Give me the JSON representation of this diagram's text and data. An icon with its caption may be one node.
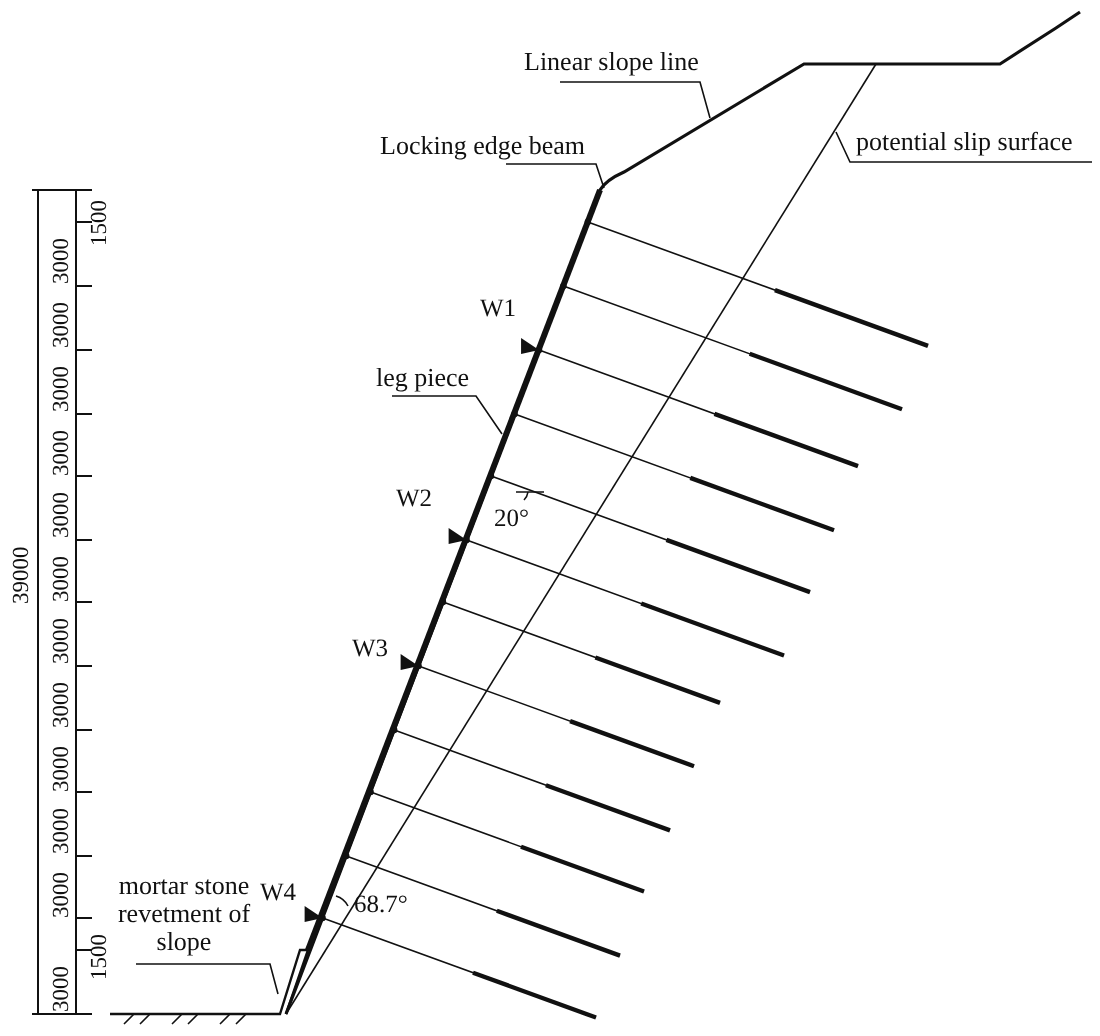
{
  "diagram": {
    "nodes": [
      {
        "text": [
          "Linear slope line"
        ]
      },
      {
        "text": [
          "Locking edge beam"
        ]
      },
      {
        "text": [
          "potential slip surface"
        ]
      },
      {
        "text": [
          "leg piece"
        ]
      },
      {
        "text": [
          "mortar stone revetment of slope"
        ]
      }
    ],
    "edges": [
      {
        "from": 0,
        "to": null,
        "arrow": "none"
      },
      {
        "from": 1,
        "to": null,
        "arrow": "none"
      },
      {
        "from": 2,
        "to": null,
        "arrow": "none"
      },
      {
        "from": 3,
        "to": null,
        "arrow": "none"
      },
      {
        "from": 4,
        "to": null,
        "arrow": "none"
      }
    ],
    "labels": [
      "W1",
      "W2",
      "W3",
      "W4",
      "20°",
      "68.7°",
      "39000",
      "1500",
      "3000",
      "3000",
      "3000",
      "3000",
      "3000",
      "3000",
      "3000",
      "3000",
      "3000",
      "3000",
      "3000",
      "1500",
      "3000"
    ]
  }
}
